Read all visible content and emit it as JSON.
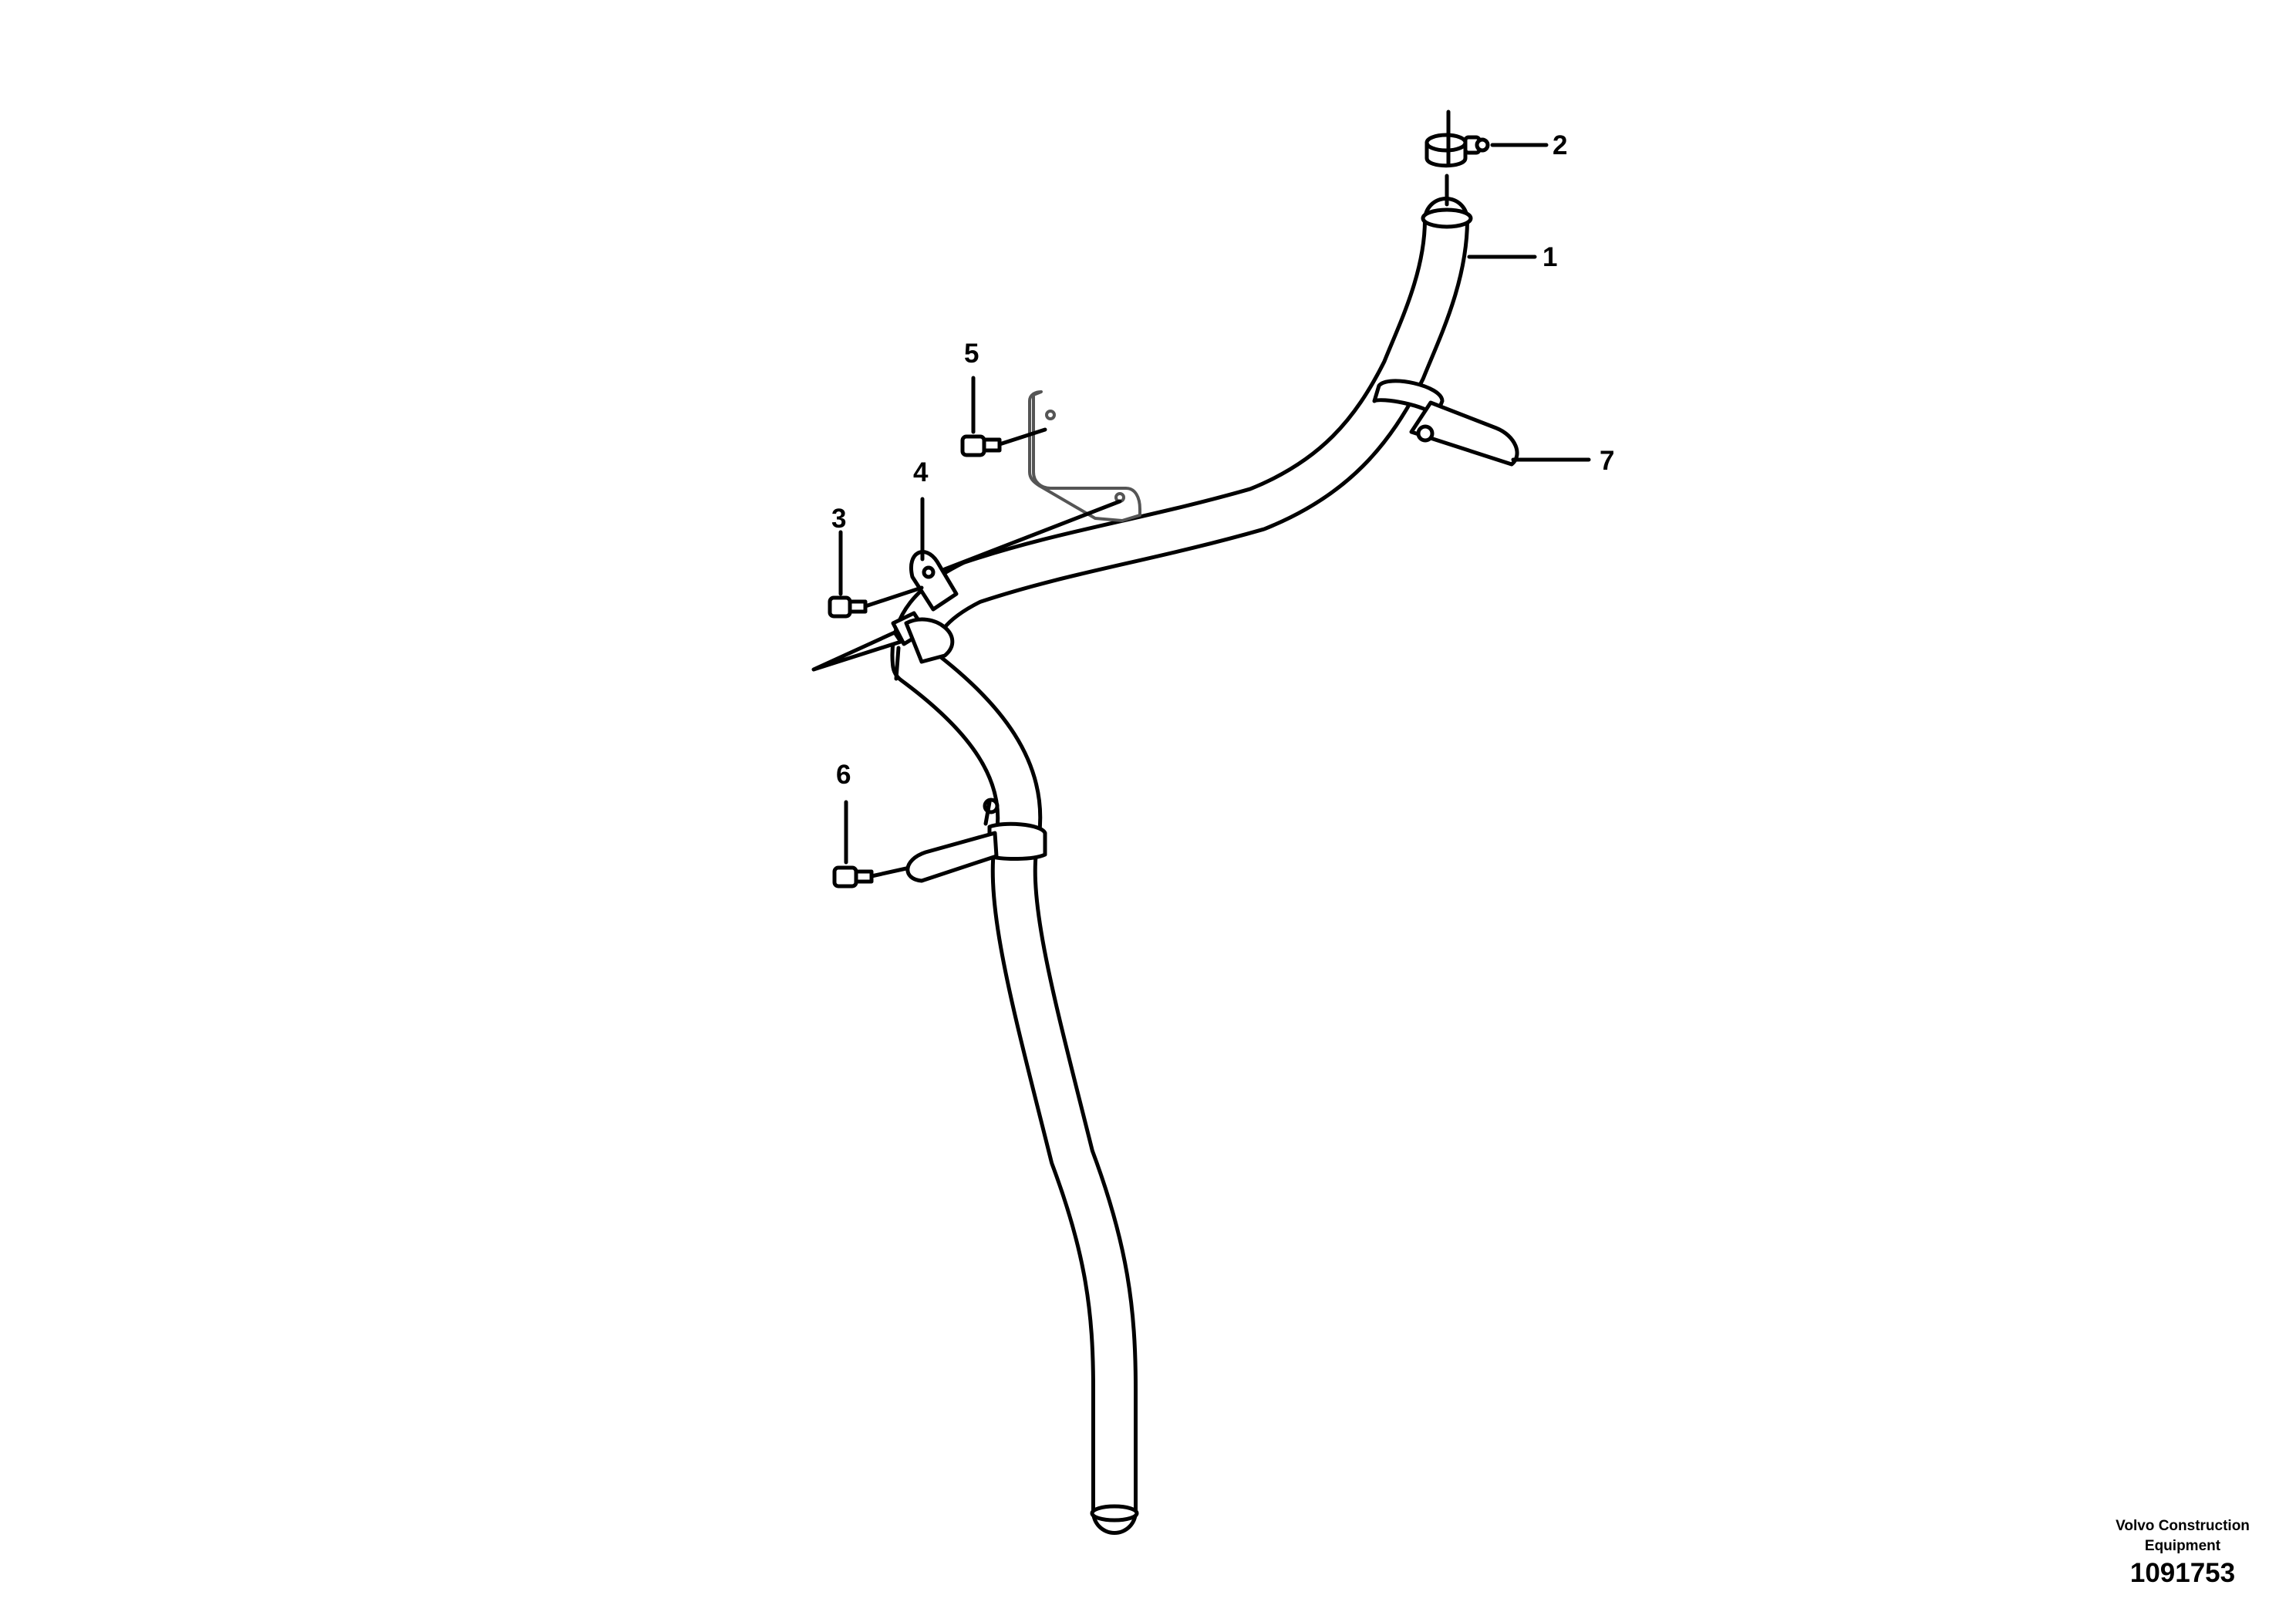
{
  "callouts": [
    "1",
    "2",
    "3",
    "4",
    "5",
    "6",
    "7"
  ],
  "footer": {
    "company": "Volvo Construction Equipment",
    "drawing_number": "1091753"
  },
  "colors": {
    "line": "#000000",
    "background": "#ffffff",
    "bracket": "#555555"
  }
}
